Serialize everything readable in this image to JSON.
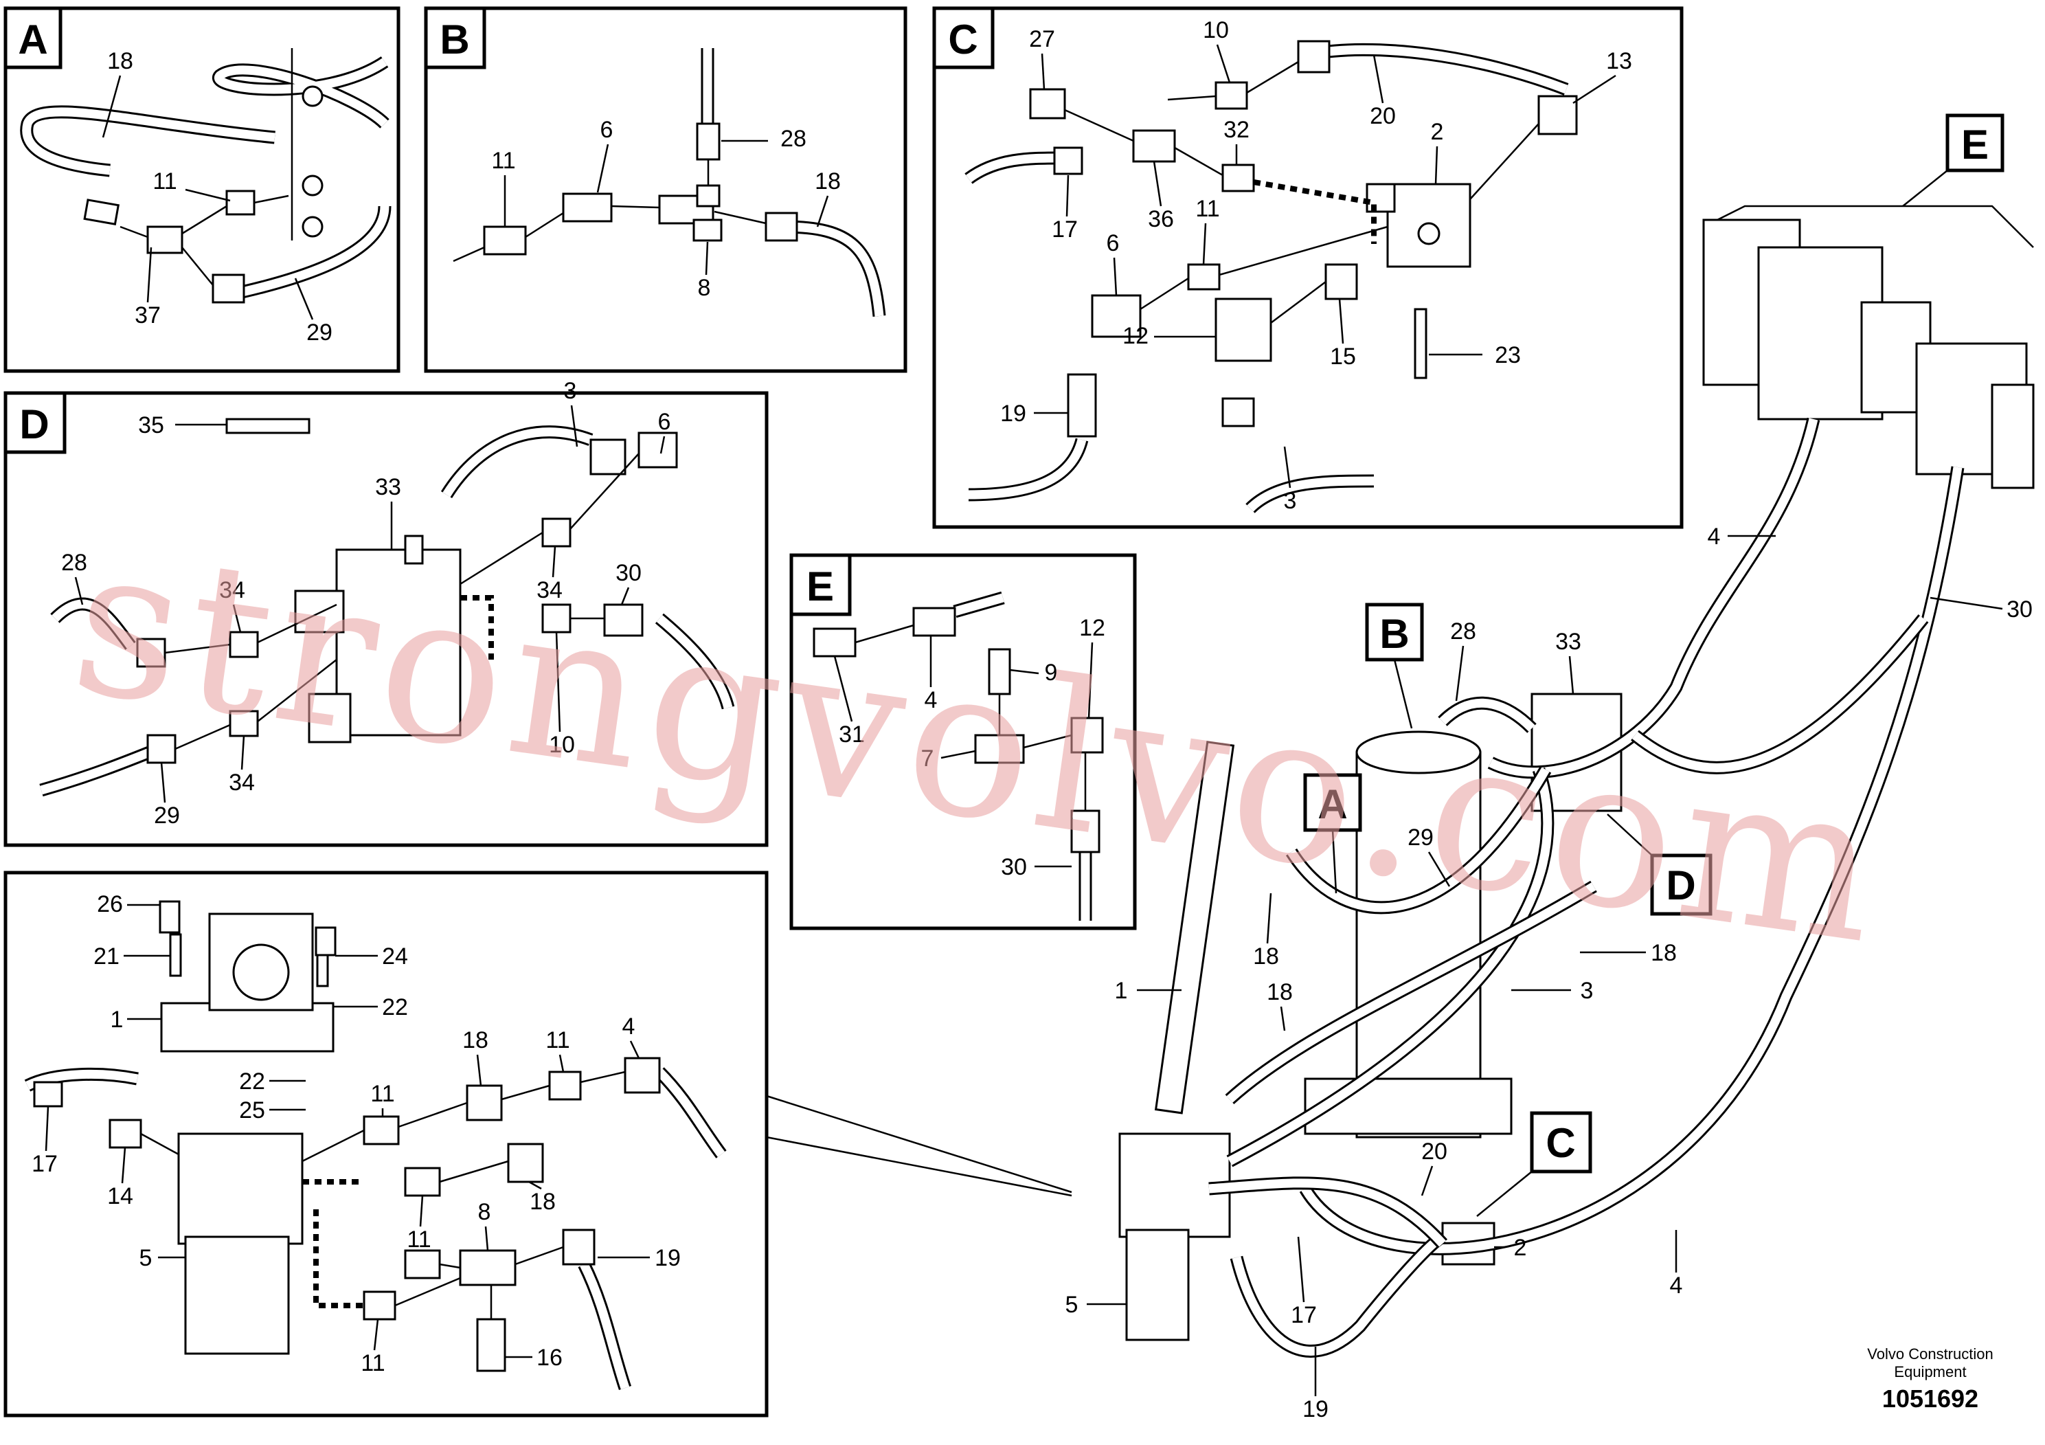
{
  "panels": [
    {
      "letter": "A",
      "labels": [
        "18",
        "11",
        "37",
        "29"
      ]
    },
    {
      "letter": "B",
      "labels": [
        "28",
        "6",
        "11",
        "18",
        "8"
      ]
    },
    {
      "letter": "C",
      "labels": [
        "27",
        "10",
        "13",
        "20",
        "32",
        "2",
        "17",
        "36",
        "11",
        "6",
        "12",
        "15",
        "23",
        "19",
        "3"
      ]
    },
    {
      "letter": "D",
      "labels": [
        "3",
        "6",
        "33",
        "35",
        "28",
        "34",
        "30",
        "34",
        "10",
        "29",
        "34"
      ]
    },
    {
      "letter": "E",
      "labels": [
        "4",
        "9",
        "12",
        "31",
        "7",
        "30"
      ]
    },
    {
      "letter": "",
      "labels": [
        "26",
        "21",
        "24",
        "1",
        "22",
        "22",
        "25",
        "11",
        "18",
        "11",
        "4",
        "17",
        "14",
        "11",
        "18",
        "8",
        "5",
        "19",
        "11",
        "16"
      ]
    }
  ],
  "main": {
    "callouts": [
      "B",
      "E",
      "A",
      "C",
      "D"
    ],
    "labels": [
      "28",
      "33",
      "4",
      "30",
      "29",
      "18",
      "18",
      "1",
      "18",
      "3",
      "20",
      "2",
      "5",
      "17",
      "4",
      "19"
    ]
  },
  "footer": {
    "maker": "Volvo Construction",
    "maker2": "Equipment",
    "number": "1051692"
  },
  "watermark": "strongvolvo.com"
}
